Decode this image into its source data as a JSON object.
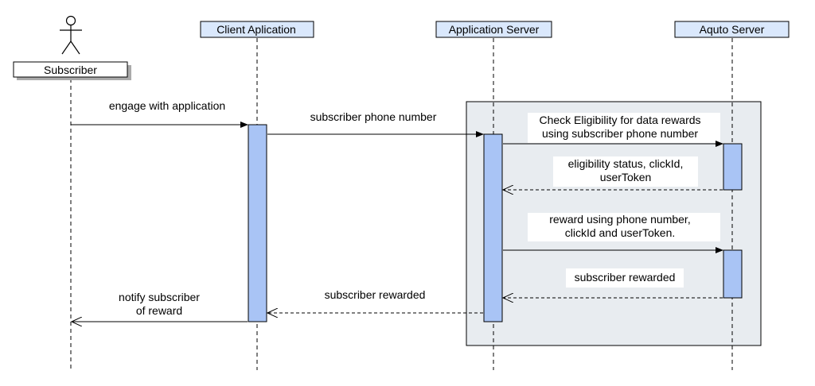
{
  "participants": {
    "subscriber": "Subscriber",
    "client": "Client Aplication",
    "appserver": "Application Server",
    "aquto": "Aquto Server"
  },
  "messages": {
    "engage": "engage with application",
    "phone_number": "subscriber phone number",
    "check_line1": "Check Eligibility for data rewards",
    "check_line2": "using subscriber phone number",
    "status_line1": "eligibility status, clickId,",
    "status_line2": "userToken",
    "reward_line1": "reward using phone number,",
    "reward_line2": "clickId and userToken.",
    "aquto_rewarded": "subscriber rewarded",
    "app_rewarded": "subscriber rewarded",
    "notify_line1": "notify subscriber",
    "notify_line2": "of reward"
  },
  "colors": {
    "header_fill": "#dae8fc",
    "activation_fill": "#a9c4f5",
    "group_fill": "#e8ecf0",
    "line": "#000000"
  }
}
